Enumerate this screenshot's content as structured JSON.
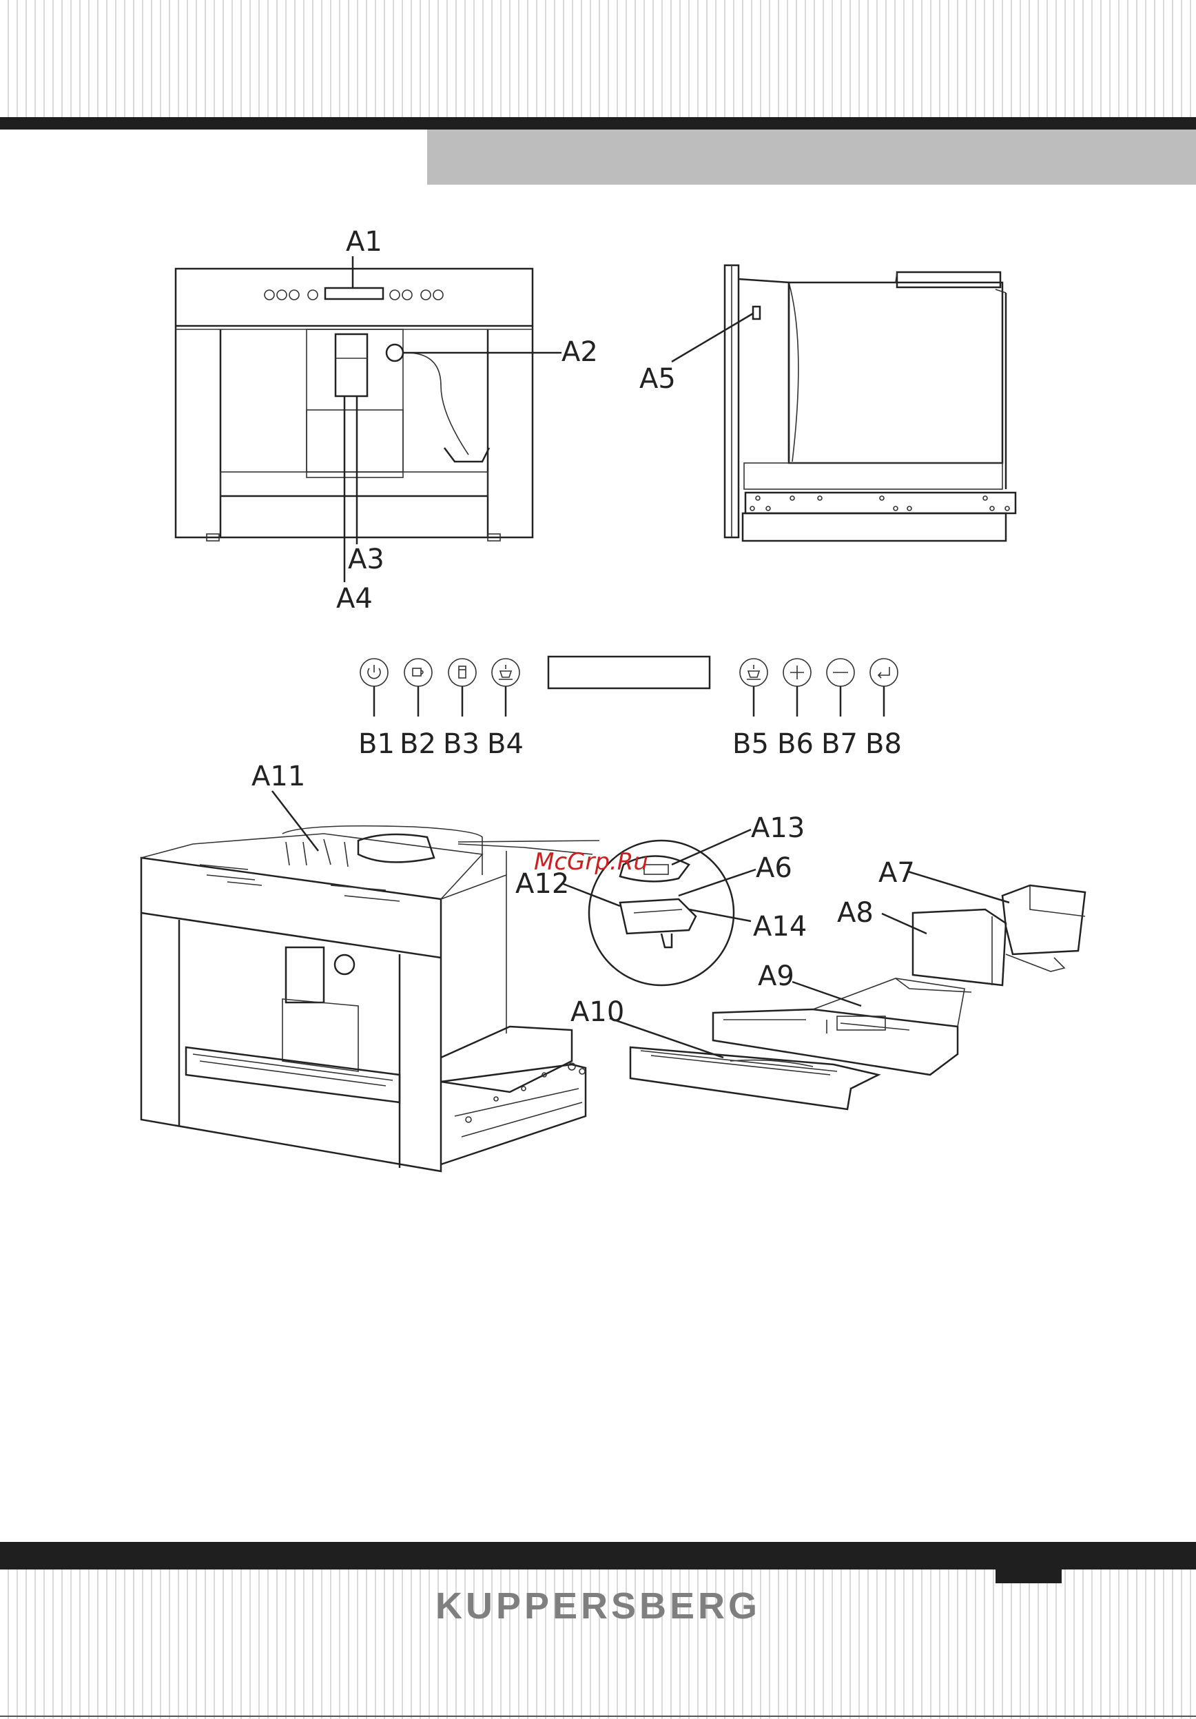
{
  "brand": "KUPPERSBERG",
  "watermark": "McGrp.Ru",
  "front_view_labels": {
    "a1": "A1",
    "a2": "A2",
    "a3": "A3",
    "a4": "A4"
  },
  "side_view_labels": {
    "a5": "A5"
  },
  "control_panel_labels": {
    "b1": "B1",
    "b2": "B2",
    "b3": "B3",
    "b4": "B4",
    "b5": "B5",
    "b6": "B6",
    "b7": "B7",
    "b8": "B8"
  },
  "exploded_view_labels": {
    "a6": "A6",
    "a7": "A7",
    "a8": "A8",
    "a9": "A9",
    "a10": "A10",
    "a11": "A11",
    "a12": "A12",
    "a13": "A13",
    "a14": "A14"
  },
  "control_panel_icons": [
    "power-icon",
    "cup-icon",
    "container-icon",
    "coffee-cup-icon",
    "coffee-cup-icon",
    "plus-icon",
    "minus-icon",
    "enter-icon"
  ]
}
